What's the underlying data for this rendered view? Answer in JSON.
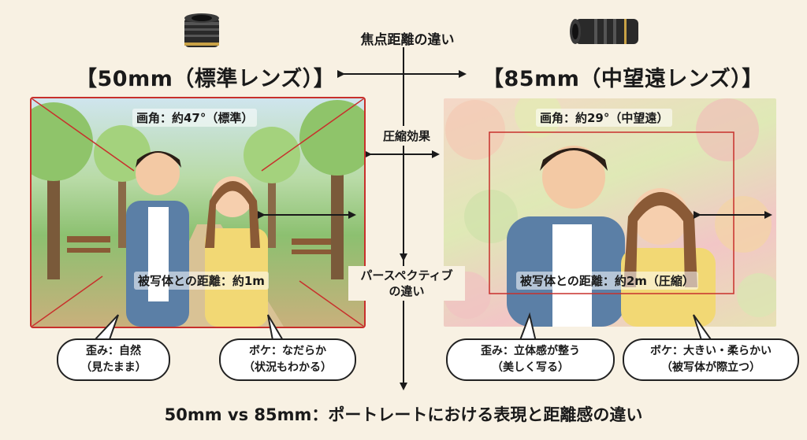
{
  "top_label": "焦点距離の違い",
  "left": {
    "heading": "【50mm（標準レンズ）】",
    "angle_caption": "画角：約47°（標準）",
    "distance_caption": "被写体との距離：約1m",
    "bubbles": [
      {
        "line1": "歪み：自然",
        "line2": "（見たまま）"
      },
      {
        "line1": "ボケ：なだらか",
        "line2": "（状況もわかる）"
      }
    ]
  },
  "right": {
    "heading": "【85mm（中望遠レンズ）】",
    "angle_caption": "画角：約29°（中望遠）",
    "distance_caption": "被写体との距離：約2m（圧縮）",
    "bubbles": [
      {
        "line1": "歪み：立体感が整う",
        "line2": "（美しく写る）"
      },
      {
        "line1": "ボケ：大きい・柔らかい",
        "line2": "（被写体が際立つ）"
      }
    ]
  },
  "compression_label": "圧縮効果",
  "perspective_label": {
    "line1": "パースペクティブ",
    "line2": "の違い"
  },
  "footer": "50mm vs 85mm：ポートレートにおける表現と距離感の違い",
  "colors": {
    "background": "#f8f1e3",
    "frame_red": "#c8302c",
    "ink": "#1a1a1a"
  },
  "icons": [
    "camera-lens-50mm-icon",
    "camera-lens-85mm-icon"
  ]
}
